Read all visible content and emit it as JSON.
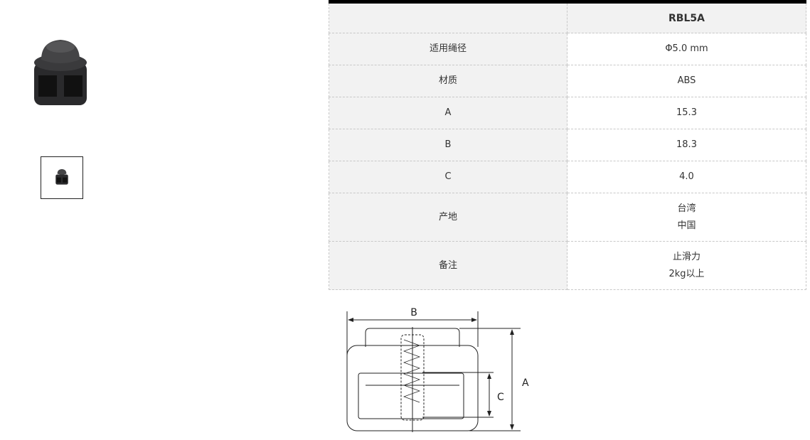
{
  "product": {
    "model": "RBL5A"
  },
  "specs": [
    {
      "label": "适用绳径",
      "value": [
        "Φ5.0 mm"
      ]
    },
    {
      "label": "材质",
      "value": [
        "ABS"
      ]
    },
    {
      "label": "A",
      "value": [
        "15.3"
      ]
    },
    {
      "label": "B",
      "value": [
        "18.3"
      ]
    },
    {
      "label": "C",
      "value": [
        "4.0"
      ]
    },
    {
      "label": "产地",
      "value": [
        "台湾",
        "中国"
      ]
    },
    {
      "label": "备注",
      "value": [
        "止滑力",
        "2kg以上"
      ]
    }
  ],
  "diagram": {
    "label_a": "A",
    "label_b": "B",
    "label_c": "C"
  }
}
